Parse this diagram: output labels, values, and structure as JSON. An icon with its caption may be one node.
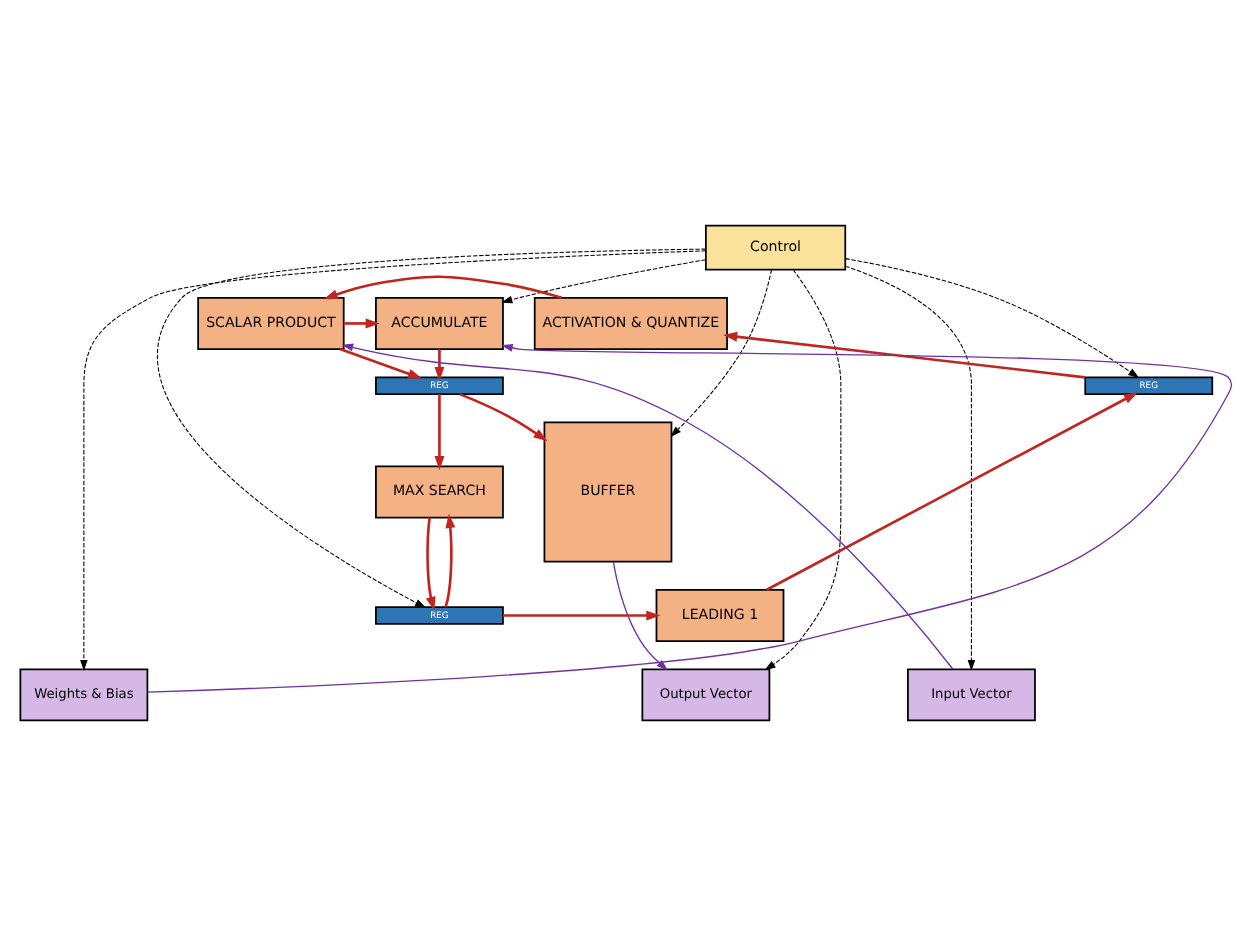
{
  "diagram": {
    "nodes": [
      {
        "text": [
          "Control"
        ]
      },
      {
        "text": [
          "ACTIVATION & QUANTIZE"
        ]
      },
      {
        "text": [
          "SCALAR PRODUCT"
        ]
      },
      {
        "text": [
          "ACCUMULATE"
        ]
      },
      {
        "text": [
          "REG"
        ]
      },
      {
        "text": [
          "REG"
        ]
      },
      {
        "text": [
          "BUFFER"
        ]
      },
      {
        "text": [
          "MAX SEARCH"
        ]
      },
      {
        "text": [
          "LEADING 1"
        ]
      },
      {
        "text": [
          "REG"
        ]
      },
      {
        "text": [
          "Output Vector"
        ]
      },
      {
        "text": [
          "Input Vector"
        ]
      },
      {
        "text": [
          "Weights & Bias"
        ]
      }
    ],
    "edges": [
      {
        "from": 1,
        "to": 2,
        "arrow": "to"
      },
      {
        "from": 2,
        "to": 3,
        "arrow": "to"
      },
      {
        "from": 2,
        "to": 5,
        "arrow": "to"
      },
      {
        "from": 3,
        "to": 5,
        "arrow": "to"
      },
      {
        "from": 4,
        "to": 1,
        "arrow": "to"
      },
      {
        "from": 8,
        "to": 4,
        "arrow": "to"
      },
      {
        "from": 5,
        "to": 7,
        "arrow": "to"
      },
      {
        "from": 5,
        "to": 6,
        "arrow": "to"
      },
      {
        "from": 7,
        "to": 9,
        "arrow": "to"
      },
      {
        "from": 9,
        "to": 7,
        "arrow": "to"
      },
      {
        "from": 9,
        "to": 8,
        "arrow": "to"
      },
      {
        "from": 6,
        "to": 10,
        "arrow": "to",
        "color": "#7030a0"
      },
      {
        "from": 11,
        "to": 2,
        "arrow": "to",
        "color": "#7030a0"
      },
      {
        "from": 12,
        "to": 3,
        "arrow": "to",
        "color": "#7030a0"
      },
      {
        "from": 0,
        "to": 6,
        "arrow": "to",
        "style": "dashed",
        "color": "#000000"
      },
      {
        "from": 0,
        "to": 10,
        "arrow": "to",
        "style": "dashed",
        "color": "#000000"
      },
      {
        "from": 0,
        "to": 4,
        "arrow": "to",
        "style": "dashed",
        "color": "#000000"
      },
      {
        "from": 0,
        "to": 3,
        "arrow": "to",
        "style": "dashed",
        "color": "#000000"
      },
      {
        "from": 0,
        "to": 9,
        "arrow": "to",
        "style": "dashed",
        "color": "#000000"
      },
      {
        "from": 0,
        "to": 11,
        "arrow": "to",
        "style": "dashed",
        "color": "#000000"
      },
      {
        "from": 0,
        "to": 12,
        "arrow": "to",
        "style": "dashed",
        "color": "#000000"
      }
    ]
  }
}
